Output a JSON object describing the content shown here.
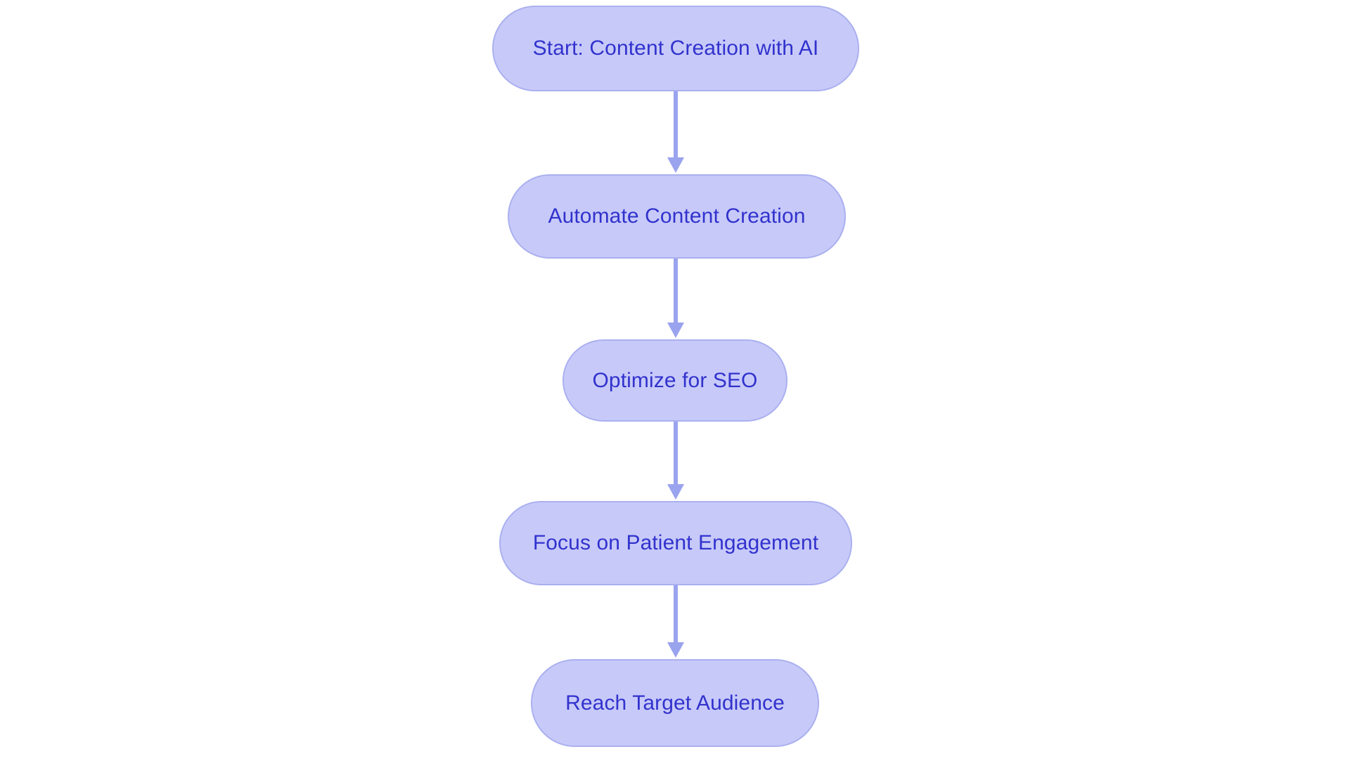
{
  "diagram": {
    "type": "flowchart",
    "orientation": "top-to-bottom",
    "background_color": "#ffffff",
    "node_fill_color": "#c7caf9",
    "node_border_color": "#aab0ef",
    "node_text_color": "#3232cd",
    "connector_color": "#9aa3ee",
    "nodes": [
      {
        "id": "n1",
        "label": "Start: Content Creation with AI",
        "shape": "stadium"
      },
      {
        "id": "n2",
        "label": "Automate Content Creation",
        "shape": "stadium"
      },
      {
        "id": "n3",
        "label": "Optimize for SEO",
        "shape": "stadium"
      },
      {
        "id": "n4",
        "label": "Focus on Patient Engagement",
        "shape": "stadium"
      },
      {
        "id": "n5",
        "label": "Reach Target Audience",
        "shape": "stadium"
      }
    ],
    "edges": [
      {
        "id": "e1",
        "from": "n1",
        "to": "n2",
        "label": "",
        "arrow": "down"
      },
      {
        "id": "e2",
        "from": "n2",
        "to": "n3",
        "label": "",
        "arrow": "down"
      },
      {
        "id": "e3",
        "from": "n3",
        "to": "n4",
        "label": "",
        "arrow": "down"
      },
      {
        "id": "e4",
        "from": "n4",
        "to": "n5",
        "label": "",
        "arrow": "down"
      }
    ]
  }
}
